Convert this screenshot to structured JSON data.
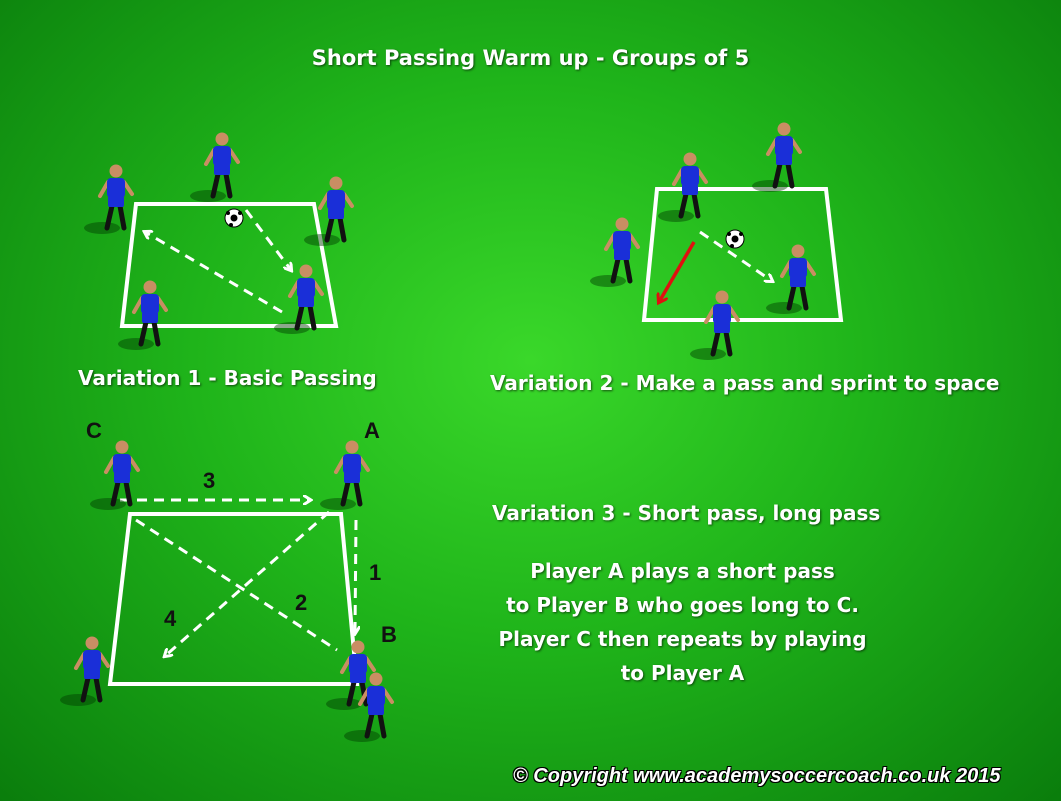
{
  "title": "Short Passing Warm up - Groups of 5",
  "variation1": {
    "label": "Variation 1 - Basic Passing"
  },
  "variation2": {
    "label": "Variation 2 - Make a pass and sprint to space"
  },
  "variation3": {
    "label": "Variation 3 - Short pass, long pass",
    "description": [
      "Player A plays a short pass",
      "to Player B who goes long to C.",
      "Player C then repeats by playing",
      "to Player A"
    ],
    "player_labels": {
      "a": "A",
      "b": "B",
      "c": "C"
    },
    "pass_numbers": {
      "p1": "1",
      "p2": "2",
      "p3": "3",
      "p4": "4"
    }
  },
  "copyright": "© Copyright www.academysoccercoach.co.uk 2015",
  "colors": {
    "pitch": "#22b21c",
    "player_kit": "#1a2fd8",
    "lines": "#ffffff",
    "sprint_arrow": "#e01010"
  }
}
